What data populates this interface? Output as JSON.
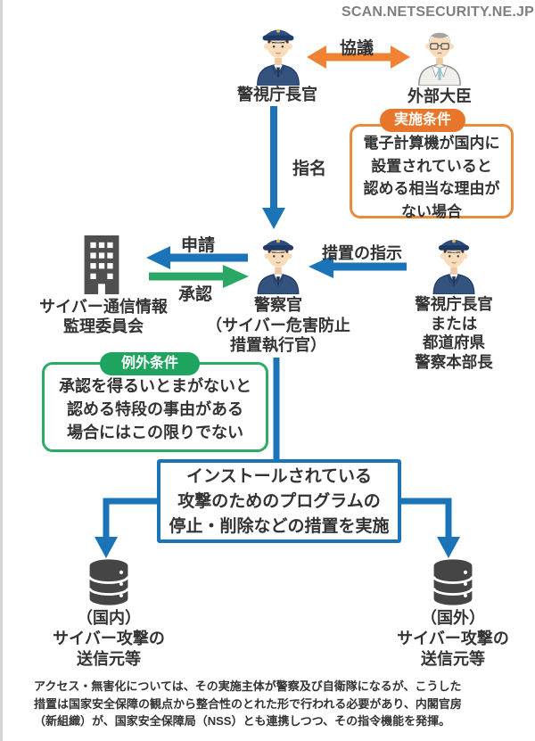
{
  "watermark": "SCAN.NETSECURITY.NE.JP",
  "actors": {
    "npa_chief_top": {
      "label": "警視庁長官",
      "icon": "police-officer-icon"
    },
    "minister": {
      "label": "外部大臣",
      "icon": "minister-icon"
    },
    "oversight_commission": {
      "lines": [
        "サイバー通信情報",
        "監理委員会"
      ],
      "icon": "building-icon"
    },
    "police_officer": {
      "lines": [
        "警察官",
        "（サイバー危害防止",
        "措置執行官）"
      ],
      "icon": "police-officer-icon"
    },
    "prefectural_chief": {
      "lines": [
        "警視庁長官",
        "または",
        "都道府県",
        "警察本部長"
      ],
      "icon": "police-officer-icon"
    },
    "domestic_target": {
      "lines": [
        "（国内）",
        "サイバー攻撃の",
        "送信元等"
      ],
      "icon": "database-icon"
    },
    "foreign_target": {
      "lines": [
        "（国外）",
        "サイバー攻撃の",
        "送信元等"
      ],
      "icon": "database-icon"
    }
  },
  "arrows": {
    "consult": {
      "label": "協議",
      "color": "#f08233",
      "direction": "both"
    },
    "designate": {
      "label": "指名",
      "color": "#1b74b8",
      "direction": "down"
    },
    "apply": {
      "label": "申請",
      "color": "#1b74b8",
      "direction": "left"
    },
    "approve": {
      "label": "承認",
      "color": "#2aa765",
      "direction": "right"
    },
    "instruct": {
      "label": "措置の指示",
      "color": "#1b74b8",
      "direction": "left"
    }
  },
  "boxes": {
    "condition": {
      "badge": "実施条件",
      "badge_color": "#e8762a",
      "border_color": "#e98a3c",
      "lines": [
        "電子計算機が国内に",
        "設置されていると",
        "認める相当な理由が",
        "ない場合"
      ]
    },
    "exception": {
      "badge": "例外条件",
      "badge_color": "#1fa45f",
      "border_color": "#2cab67",
      "lines": [
        "承認を得るいとまがないと",
        "認める特段の事由がある",
        "場合にはこの限りでない"
      ]
    },
    "action": {
      "border_color": "#1b74b8",
      "lines": [
        "インストールされている",
        "攻撃のためのプログラムの",
        "停止・削除などの措置を実施"
      ]
    }
  },
  "footnote": {
    "lines": [
      "アクセス・無害化については、その実施主体が警察及び自衛隊になるが、こうした",
      "措置は国家安全保障の観点から整合性のとれた形で行われる必要があり、内閣官房",
      "（新組織）が、国家安全保障局（NSS）とも連携しつつ、その指令機能を発揮。"
    ]
  },
  "colors": {
    "blue": "#1b74b8",
    "green": "#2aa765",
    "orange": "#f08233",
    "icon_gray": "#4b4b4b",
    "text": "#333333",
    "watermark_gray": "#7f7f7f"
  }
}
